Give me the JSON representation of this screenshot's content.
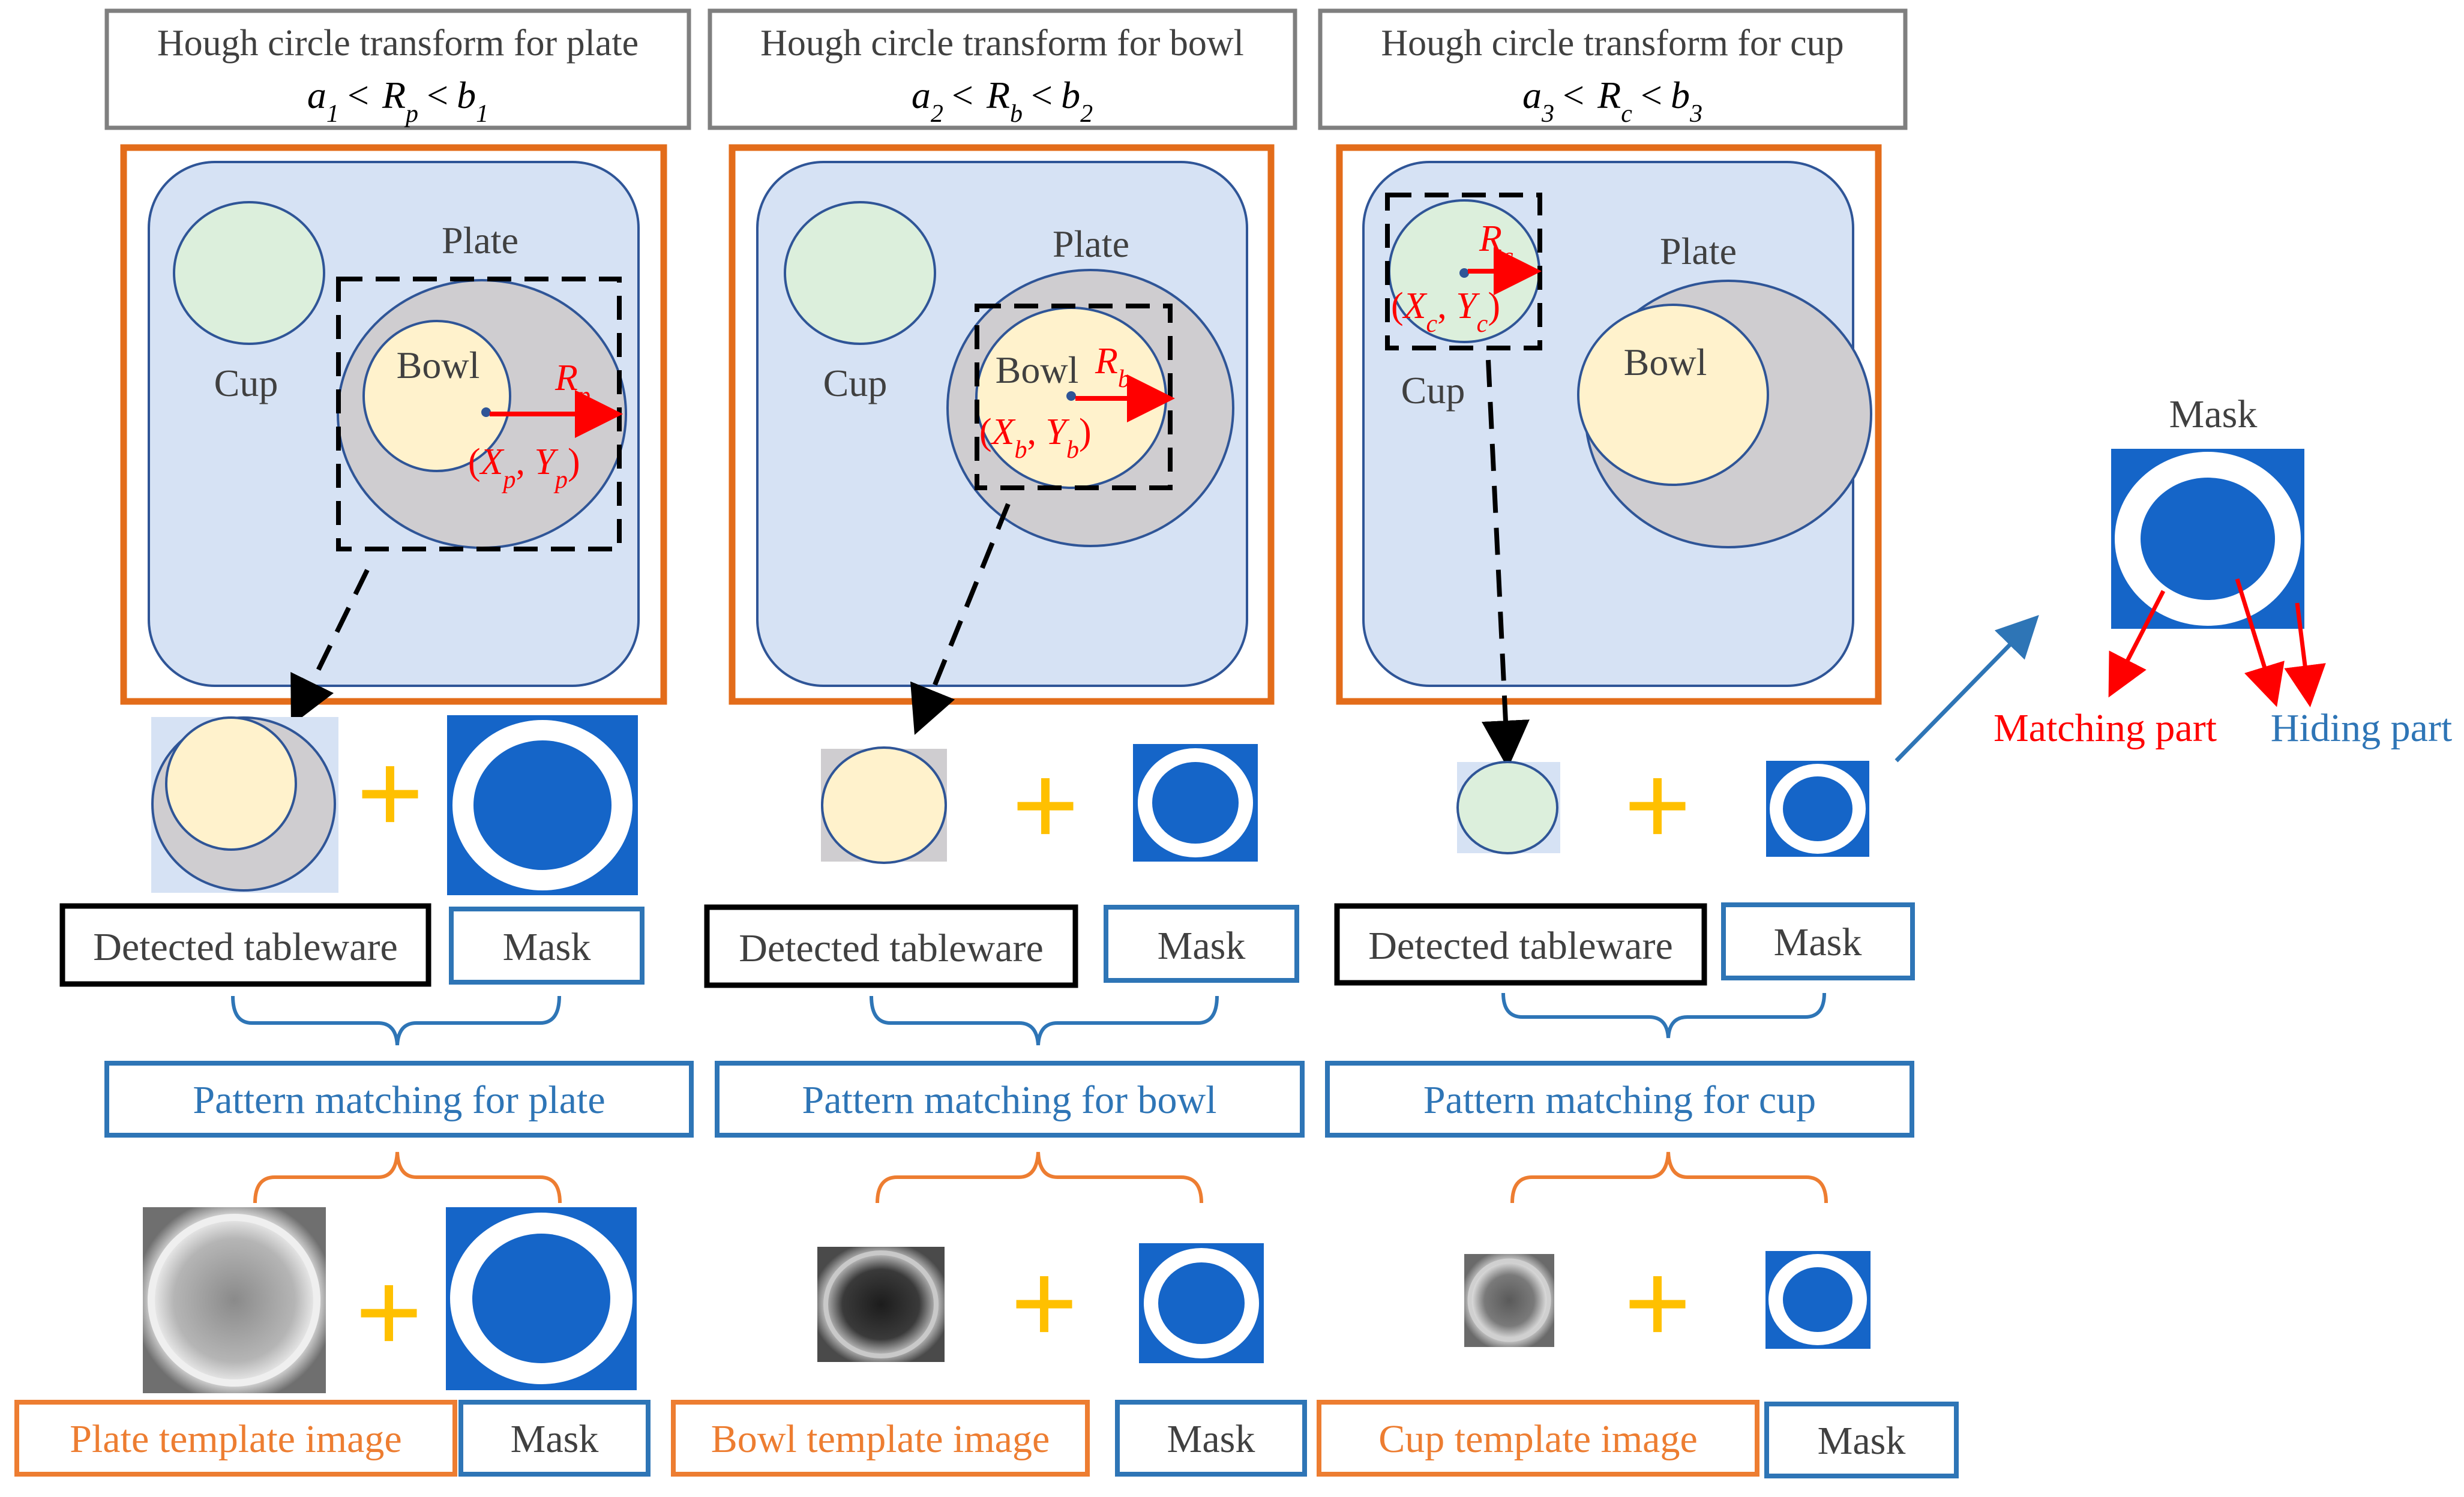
{
  "colors": {
    "panel_border": "#e36c1a",
    "tray_fill": "#d6e2f4",
    "tray_stroke": "#2f5597",
    "cup_fill": "#dcefdc",
    "bowl_fill": "#fff2cc",
    "plate_fill": "#cfcdd0",
    "mask_blue": "#1565c8",
    "plus_yellow": "#ffc000",
    "blue_box": "#2e75b6",
    "orange_box": "#ed7d31",
    "red": "#ff0000"
  },
  "columns": [
    {
      "id": "plate",
      "title": "Hough circle transform for plate",
      "cond_a": "a",
      "cond_a_sub": "1",
      "cond_r": "R",
      "cond_r_sub": "p",
      "cond_b": "b",
      "cond_b_sub": "1",
      "labels": {
        "plate": "Plate",
        "bowl": "Bowl",
        "cup": "Cup"
      },
      "radius_label": "R",
      "radius_sub": "p",
      "center_x": "X",
      "center_x_sub": "p",
      "center_y": "Y",
      "center_y_sub": "p",
      "detected_label": "Detected tableware",
      "mask_label": "Mask",
      "pattern_label": "Pattern matching for plate",
      "template_label": "Plate template image",
      "mask_label_2": "Mask"
    },
    {
      "id": "bowl",
      "title": "Hough circle transform for bowl",
      "cond_a": "a",
      "cond_a_sub": "2",
      "cond_r": "R",
      "cond_r_sub": "b",
      "cond_b": "b",
      "cond_b_sub": "2",
      "labels": {
        "plate": "Plate",
        "bowl": "Bowl",
        "cup": "Cup"
      },
      "radius_label": "R",
      "radius_sub": "b",
      "center_x": "X",
      "center_x_sub": "b",
      "center_y": "Y",
      "center_y_sub": "b",
      "detected_label": "Detected tableware",
      "mask_label": "Mask",
      "pattern_label": "Pattern matching for bowl",
      "template_label": "Bowl template image",
      "mask_label_2": "Mask"
    },
    {
      "id": "cup",
      "title": "Hough circle transform for cup",
      "cond_a": "a",
      "cond_a_sub": "3",
      "cond_r": "R",
      "cond_r_sub": "c",
      "cond_b": "b",
      "cond_b_sub": "3",
      "labels": {
        "plate": "Plate",
        "bowl": "Bowl",
        "cup": "Cup"
      },
      "radius_label": "R",
      "radius_sub": "c",
      "center_x": "X",
      "center_x_sub": "c",
      "center_y": "Y",
      "center_y_sub": "c",
      "detected_label": "Detected tableware",
      "mask_label": "Mask",
      "pattern_label": "Pattern matching for cup",
      "template_label": "Cup template image",
      "mask_label_2": "Mask"
    }
  ],
  "mask_legend": {
    "title": "Mask",
    "matching": "Matching part",
    "hiding": "Hiding part"
  },
  "plus": "+",
  "lt": "<"
}
